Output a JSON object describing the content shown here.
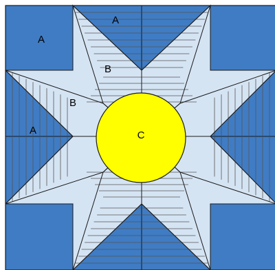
{
  "labels": {
    "a_top_left": "A",
    "a_top": "A",
    "a_left": "A",
    "b_upper": "B",
    "b_left": "B",
    "c_center": "C"
  },
  "colors": {
    "dark_blue": "#3f7cc4",
    "light_blue": "#d5e4f3",
    "yellow": "#ffff00",
    "outline": "#1a1a1a",
    "stitch_line": "#555555"
  }
}
